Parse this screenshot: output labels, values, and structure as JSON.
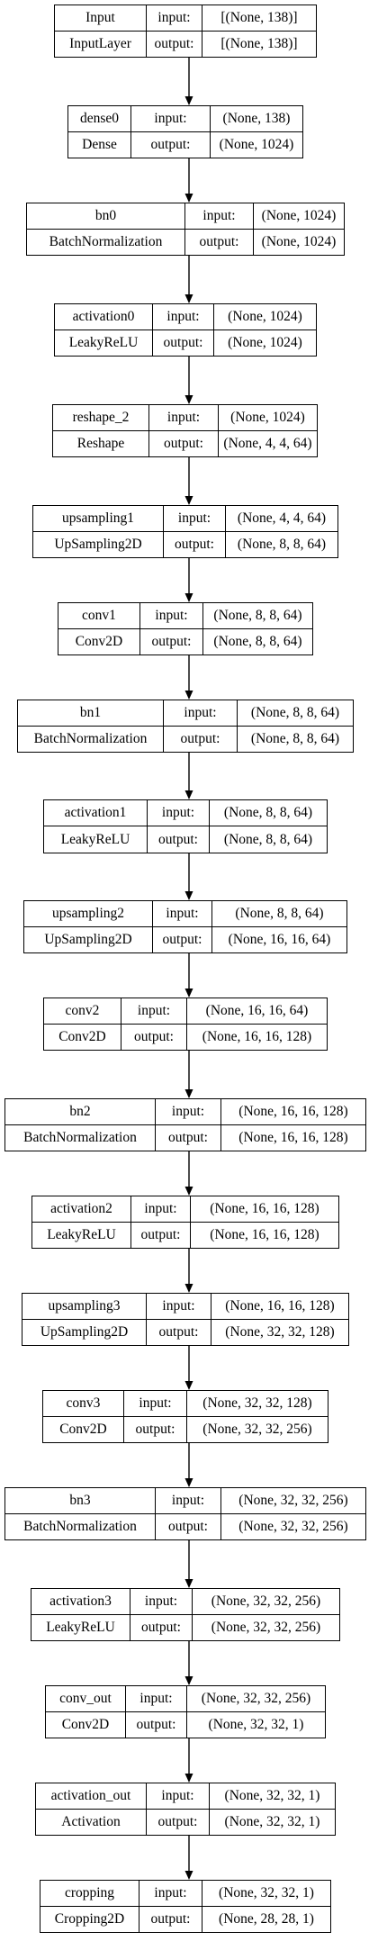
{
  "layers": [
    {
      "name": "Input",
      "type": "InputLayer",
      "input": "[(None, 138)]",
      "output": "[(None, 138)]"
    },
    {
      "name": "dense0",
      "type": "Dense",
      "input": "(None, 138)",
      "output": "(None, 1024)"
    },
    {
      "name": "bn0",
      "type": "BatchNormalization",
      "input": "(None, 1024)",
      "output": "(None, 1024)"
    },
    {
      "name": "activation0",
      "type": "LeakyReLU",
      "input": "(None, 1024)",
      "output": "(None, 1024)"
    },
    {
      "name": "reshape_2",
      "type": "Reshape",
      "input": "(None, 1024)",
      "output": "(None, 4, 4, 64)"
    },
    {
      "name": "upsampling1",
      "type": "UpSampling2D",
      "input": "(None, 4, 4, 64)",
      "output": "(None, 8, 8, 64)"
    },
    {
      "name": "conv1",
      "type": "Conv2D",
      "input": "(None, 8, 8, 64)",
      "output": "(None, 8, 8, 64)"
    },
    {
      "name": "bn1",
      "type": "BatchNormalization",
      "input": "(None, 8, 8, 64)",
      "output": "(None, 8, 8, 64)"
    },
    {
      "name": "activation1",
      "type": "LeakyReLU",
      "input": "(None, 8, 8, 64)",
      "output": "(None, 8, 8, 64)"
    },
    {
      "name": "upsampling2",
      "type": "UpSampling2D",
      "input": "(None, 8, 8, 64)",
      "output": "(None, 16, 16, 64)"
    },
    {
      "name": "conv2",
      "type": "Conv2D",
      "input": "(None, 16, 16, 64)",
      "output": "(None, 16, 16, 128)"
    },
    {
      "name": "bn2",
      "type": "BatchNormalization",
      "input": "(None, 16, 16, 128)",
      "output": "(None, 16, 16, 128)"
    },
    {
      "name": "activation2",
      "type": "LeakyReLU",
      "input": "(None, 16, 16, 128)",
      "output": "(None, 16, 16, 128)"
    },
    {
      "name": "upsampling3",
      "type": "UpSampling2D",
      "input": "(None, 16, 16, 128)",
      "output": "(None, 32, 32, 128)"
    },
    {
      "name": "conv3",
      "type": "Conv2D",
      "input": "(None, 32, 32, 128)",
      "output": "(None, 32, 32, 256)"
    },
    {
      "name": "bn3",
      "type": "BatchNormalization",
      "input": "(None, 32, 32, 256)",
      "output": "(None, 32, 32, 256)"
    },
    {
      "name": "activation3",
      "type": "LeakyReLU",
      "input": "(None, 32, 32, 256)",
      "output": "(None, 32, 32, 256)"
    },
    {
      "name": "conv_out",
      "type": "Conv2D",
      "input": "(None, 32, 32, 256)",
      "output": "(None, 32, 32, 1)"
    },
    {
      "name": "activation_out",
      "type": "Activation",
      "input": "(None, 32, 32, 1)",
      "output": "(None, 32, 32, 1)"
    },
    {
      "name": "cropping",
      "type": "Cropping2D",
      "input": "(None, 32, 32, 1)",
      "output": "(None, 28, 28, 1)"
    }
  ],
  "port_labels": {
    "input": "input:",
    "output": "output:"
  }
}
